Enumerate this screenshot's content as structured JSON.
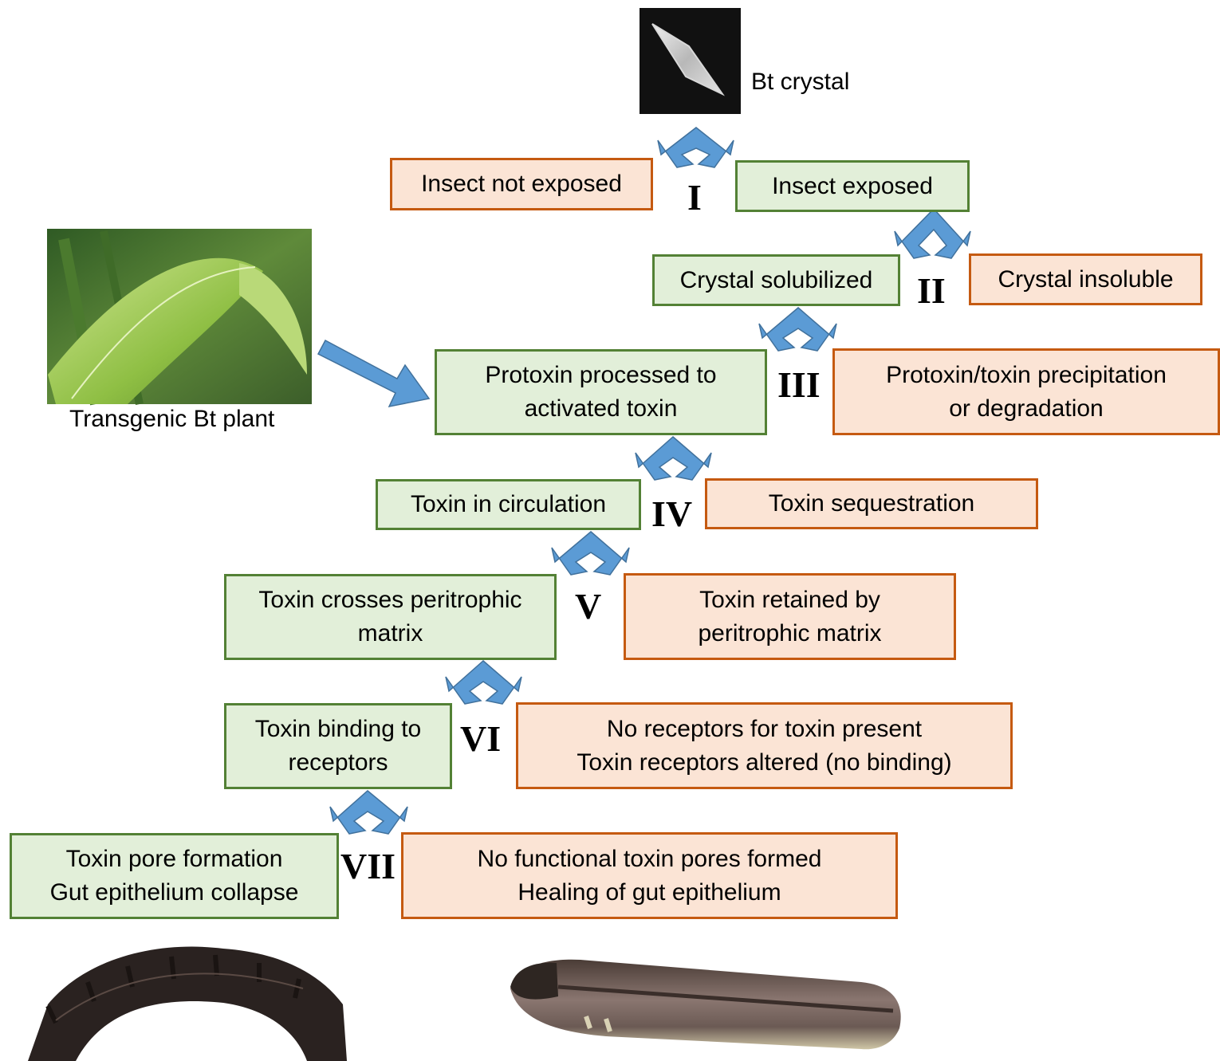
{
  "crystal": {
    "label": "Bt crystal"
  },
  "plant": {
    "caption": "Transgenic Bt plant"
  },
  "steps": [
    {
      "numeral": "I",
      "pass": [
        "Insect exposed"
      ],
      "fail": [
        "Insect not exposed"
      ]
    },
    {
      "numeral": "II",
      "pass": [
        "Crystal solubilized"
      ],
      "fail": [
        "Crystal insoluble"
      ]
    },
    {
      "numeral": "III",
      "pass": [
        "Protoxin processed to",
        "activated toxin"
      ],
      "fail": [
        "Protoxin/toxin precipitation",
        "or degradation"
      ]
    },
    {
      "numeral": "IV",
      "pass": [
        "Toxin in circulation"
      ],
      "fail": [
        "Toxin sequestration"
      ]
    },
    {
      "numeral": "V",
      "pass": [
        "Toxin crosses peritrophic",
        "matrix"
      ],
      "fail": [
        "Toxin retained by",
        "peritrophic matrix"
      ]
    },
    {
      "numeral": "VI",
      "pass": [
        "Toxin binding to",
        "receptors"
      ],
      "fail": [
        "No receptors for toxin present",
        "Toxin receptors altered (no binding)"
      ]
    },
    {
      "numeral": "VII",
      "pass": [
        "Toxin pore formation",
        "Gut epithelium collapse"
      ],
      "fail": [
        "No functional toxin pores formed",
        "Healing of gut epithelium"
      ]
    }
  ],
  "colors": {
    "pass_fill": "#e2efd9",
    "pass_border": "#538135",
    "fail_fill": "#fbe4d5",
    "fail_border": "#c55a11",
    "arrow": "#5b9bd5",
    "arrow_stroke": "#41719c"
  }
}
